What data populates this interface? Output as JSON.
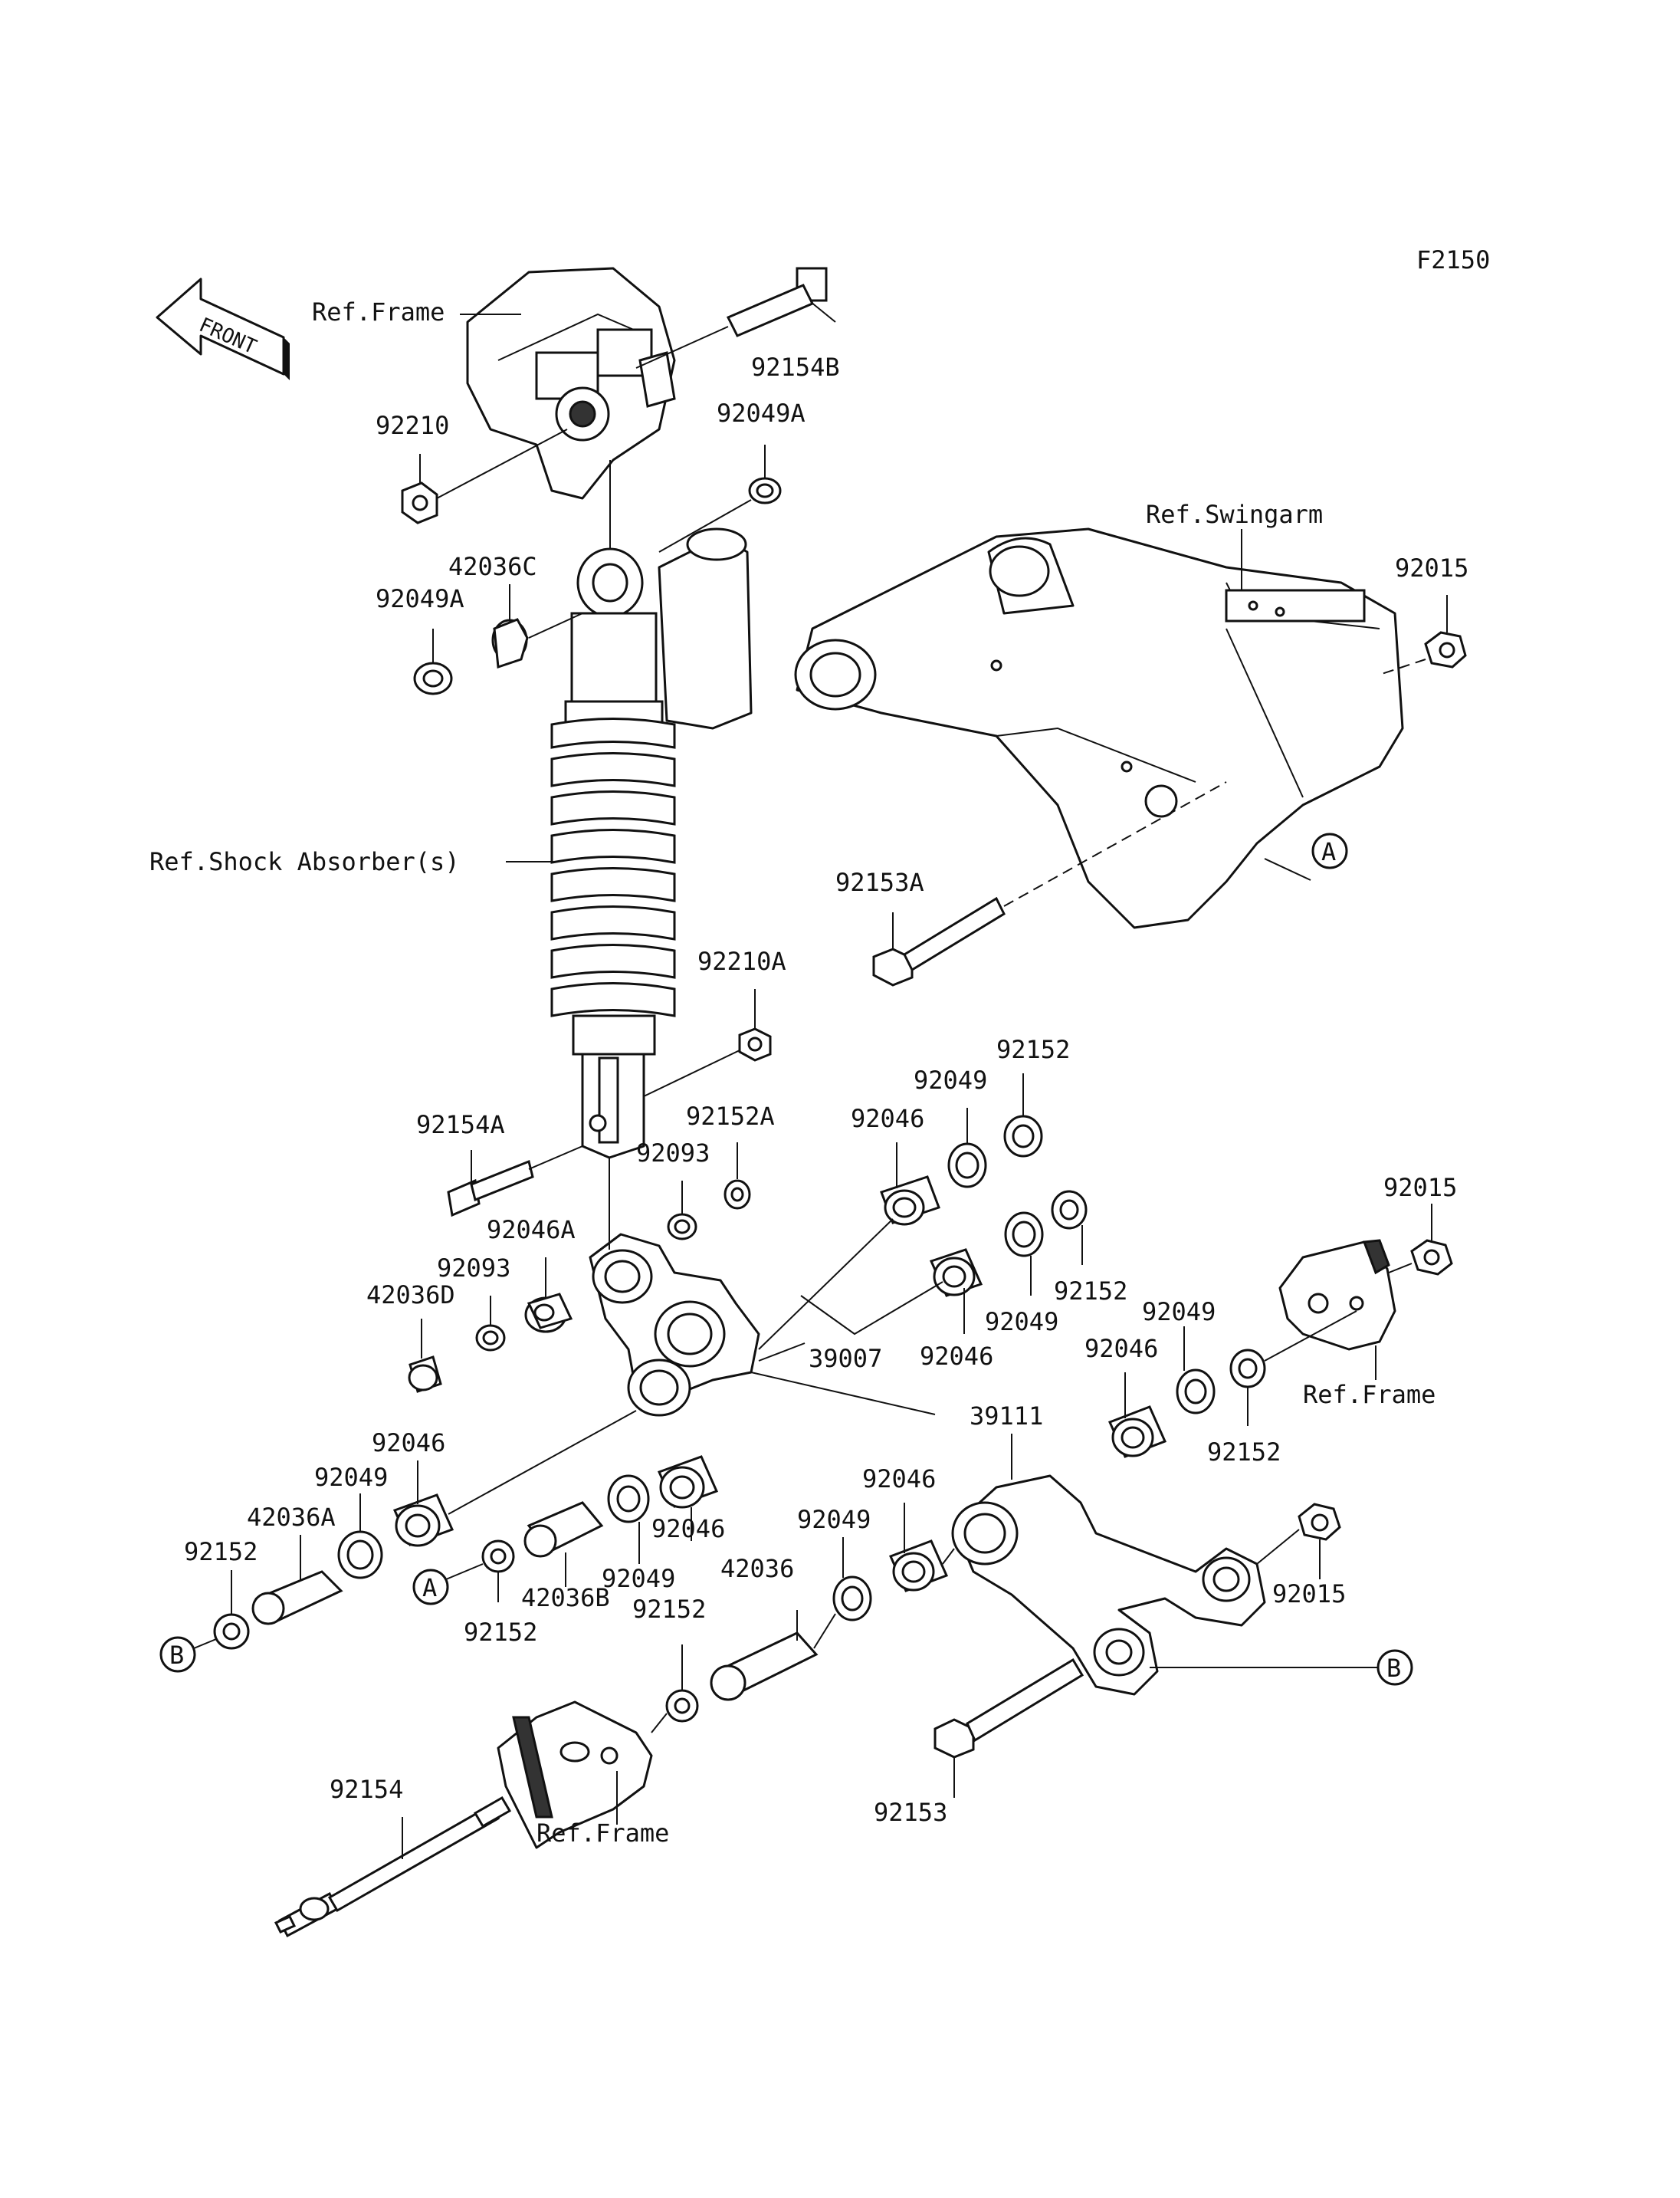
{
  "figure_code": "F2150",
  "front_arrow": {
    "text": "FRONT",
    "icon": "front-arrow-icon"
  },
  "references": {
    "frame_top": "Ref.Frame",
    "swingarm": "Ref.Swingarm",
    "shock": "Ref.Shock Absorber(s)",
    "frame_right": "Ref.Frame",
    "frame_bottom": "Ref.Frame"
  },
  "callouts": {
    "a": "A",
    "b": "B"
  },
  "part_labels": [
    "92154B",
    "92210",
    "92049A",
    "42036C",
    "92049A",
    "92015",
    "92153A",
    "92210A",
    "92152",
    "92049",
    "92046",
    "92152A",
    "92154A",
    "92093",
    "92046A",
    "92093",
    "42036D",
    "92152",
    "92049",
    "92046",
    "39007",
    "92015",
    "92049",
    "92046",
    "92152",
    "39111",
    "92046",
    "92049",
    "42036A",
    "92152",
    "92046",
    "92049",
    "42036B",
    "92152",
    "92049",
    "92046",
    "42036",
    "92152",
    "92015",
    "92153",
    "92154"
  ]
}
